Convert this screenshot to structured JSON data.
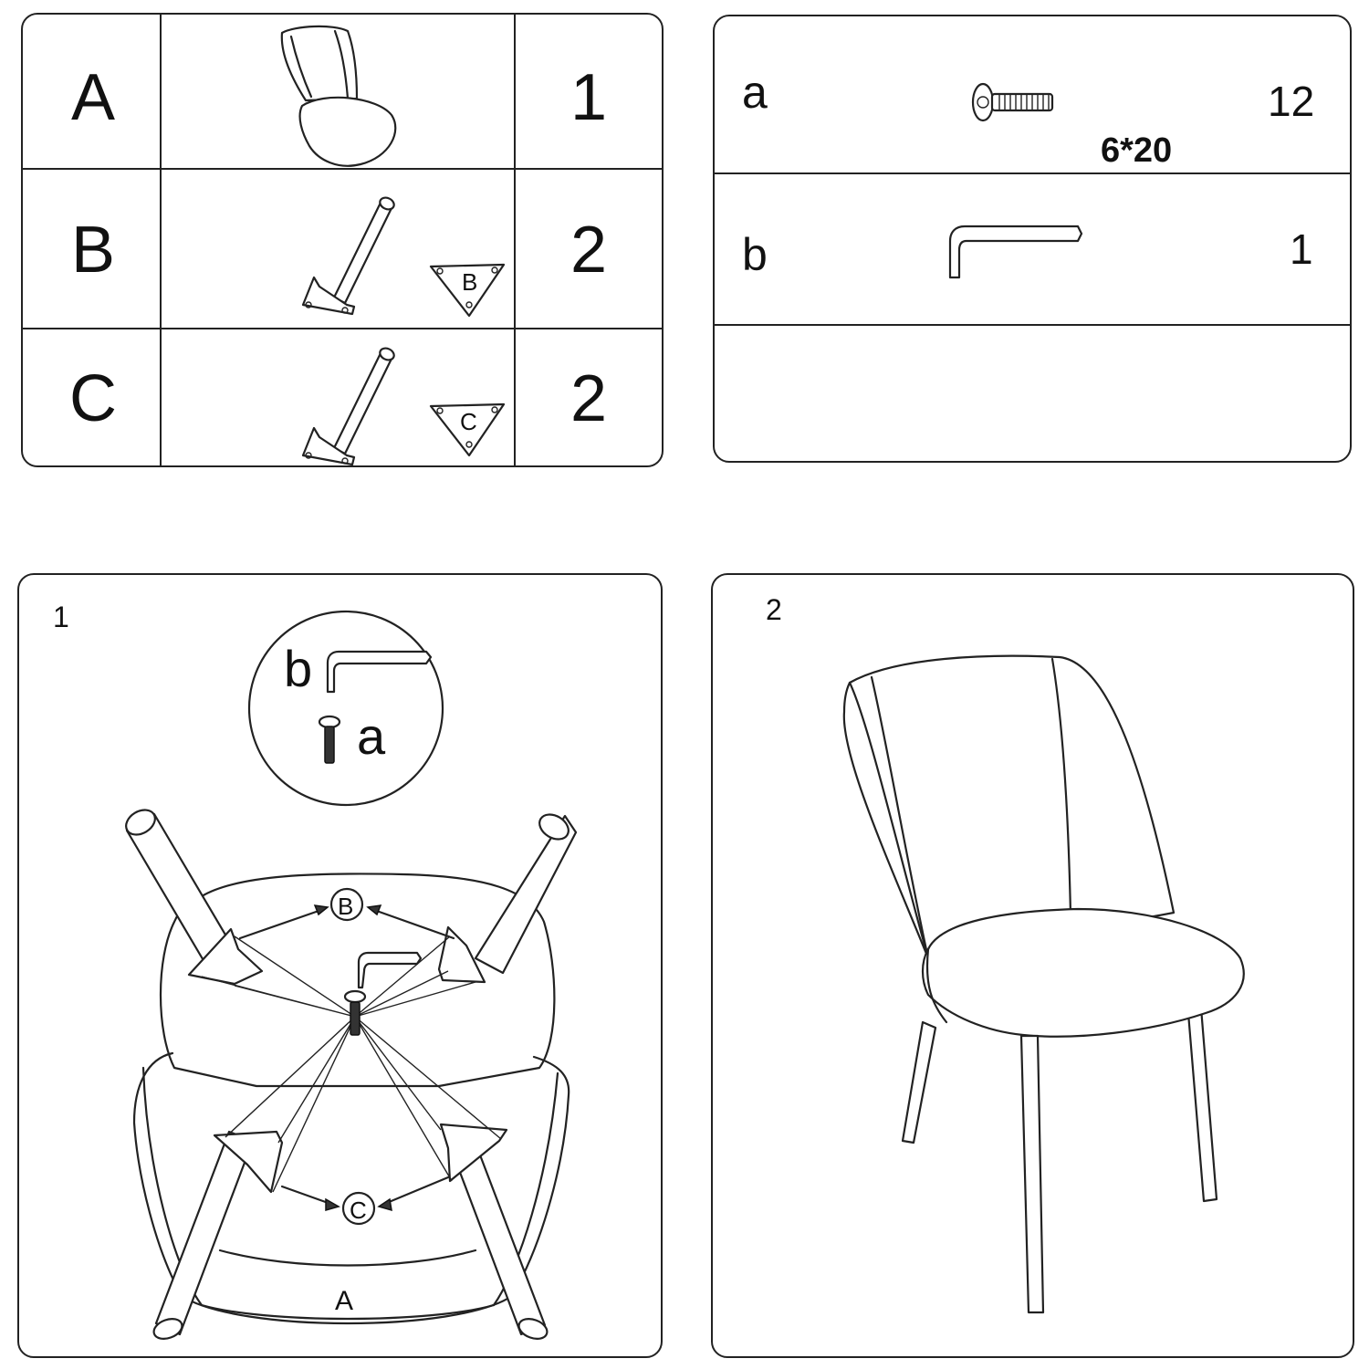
{
  "parts_table": {
    "rows": [
      {
        "letter": "A",
        "qty": "1",
        "icon": "chair-shell-icon"
      },
      {
        "letter": "B",
        "qty": "2",
        "icon": "leg-with-plate-icon",
        "plate_label": "B"
      },
      {
        "letter": "C",
        "qty": "2",
        "icon": "leg-with-plate-icon",
        "plate_label": "C"
      }
    ]
  },
  "hardware_table": {
    "rows": [
      {
        "letter": "a",
        "qty": "12",
        "size": "6*20",
        "icon": "bolt-icon"
      },
      {
        "letter": "b",
        "qty": "1",
        "icon": "allen-key-icon"
      }
    ]
  },
  "step1": {
    "number": "1",
    "callout": {
      "key_label": "b",
      "bolt_label": "a"
    },
    "plate_labels": {
      "front": "B",
      "rear": "C"
    },
    "seat_label": "A"
  },
  "step2": {
    "number": "2",
    "icon": "assembled-chair-icon"
  }
}
